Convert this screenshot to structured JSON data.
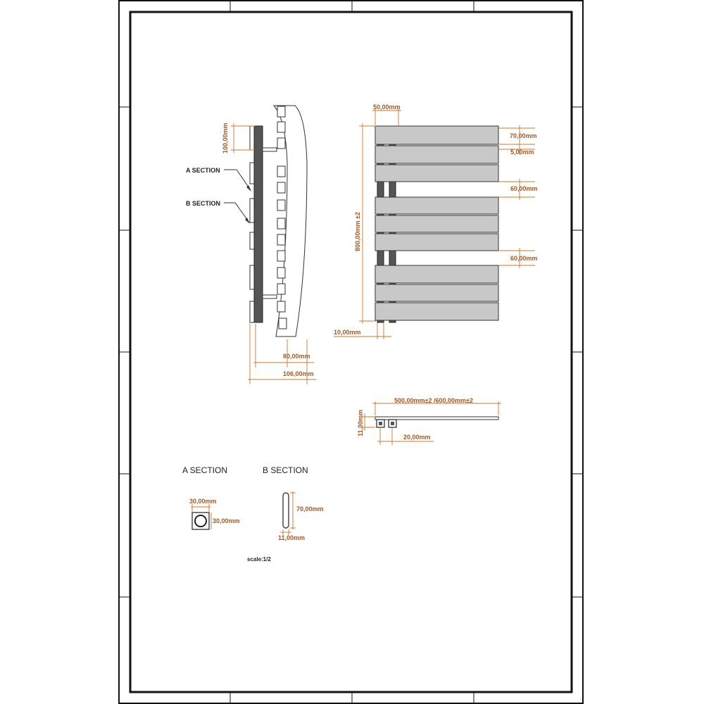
{
  "colors": {
    "frame": "#111111",
    "dimension_line": "#c8742f",
    "dimension_text": "#9a5a2a",
    "panel_fill": "#c8c8c8",
    "bar_fill": "#555555",
    "outline": "#333333"
  },
  "side_view": {
    "dim_top_panel": "100,00mm",
    "label_a_section": "A SECTION",
    "label_b_section": "B SECTION",
    "dim_depth_80": "80,00mm",
    "dim_depth_106": "106,00mm"
  },
  "front_view": {
    "dim_bar_width": "50,00mm",
    "dim_panel_height": "70,00mm",
    "dim_panel_gap": "5,00mm",
    "dim_group_gap_1": "60,00mm",
    "dim_group_gap_2": "60,00mm",
    "dim_total_height": "800,00mm ±2",
    "dim_bar_offset": "10,00mm"
  },
  "top_view": {
    "dim_width": "500,00mm±2 /600,00mm±2",
    "dim_thickness": "11,00mm",
    "dim_bar_spacing": "20,00mm"
  },
  "sections": {
    "a_title": "A SECTION",
    "b_title": "B SECTION",
    "a_width": "30,00mm",
    "a_height": "30,00mm",
    "b_height": "70,00mm",
    "b_width": "11,00mm"
  },
  "scale": "scale:1/2"
}
